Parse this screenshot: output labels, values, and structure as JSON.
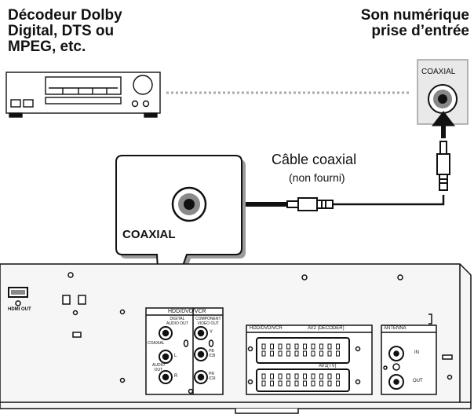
{
  "labels": {
    "decoder_line1": "Décodeur Dolby",
    "decoder_line2": "Digital, DTS ou",
    "decoder_line3": "MPEG, etc.",
    "input_line1": "Son numérique",
    "input_line2": "prise d’entrée",
    "input_jack": "COAXIAL",
    "cable_name": "Câble coaxial",
    "cable_note": "(non fourni)",
    "callout_jack": "COAXIAL"
  },
  "panel": {
    "hdmi_out": "HDMI OUT",
    "group_header": "HDD/DVD/VCR",
    "digital_audio_out_1": "DIGITAL",
    "digital_audio_out_2": "AUDIO OUT",
    "component_1": "COMPONENT",
    "component_2": "VIDEO OUT",
    "coaxial": "COAXIAL",
    "audio_out_1": "AUDIO",
    "audio_out_2": "OUT",
    "jack_l": "L",
    "jack_r": "R",
    "jack_y": "Y",
    "jack_pb_1": "PB",
    "jack_pb_2": "/CB",
    "jack_pr_1": "PR",
    "jack_pr_2": "/CR",
    "scart_group": "HDD/DVD/VCR",
    "av2": "AV2 (DECODER)",
    "av1": "AV1(TV)",
    "antenna": "ANTENNA",
    "ant_in": "IN",
    "ant_out": "OUT"
  },
  "colors": {
    "line": "#111111",
    "panel_fill": "#f2f2f2",
    "shadow": "#9a9a9a",
    "dotted": "#aaaaaa"
  }
}
